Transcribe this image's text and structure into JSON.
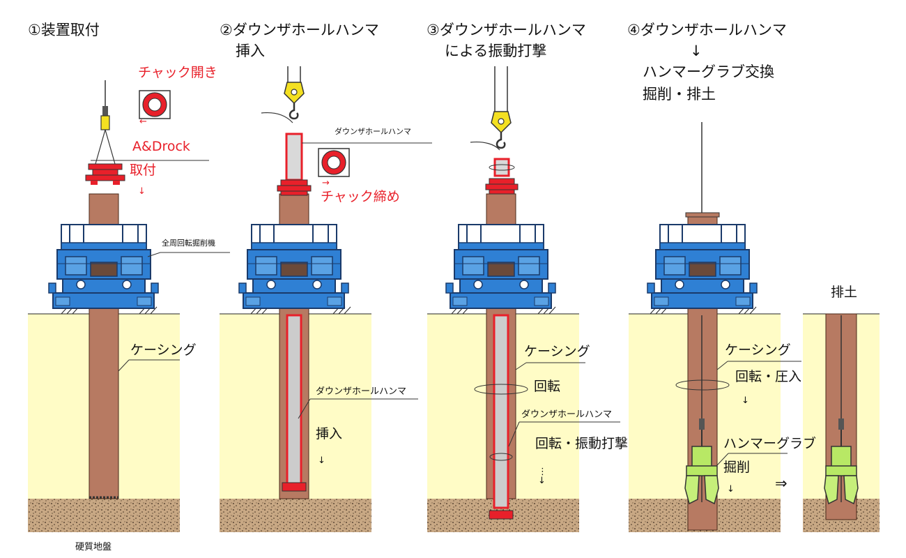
{
  "steps": [
    {
      "title": "①装置取付",
      "subtitle": ""
    },
    {
      "title": "②ダウンザホールハンマ",
      "subtitle": "挿入"
    },
    {
      "title": "③ダウンザホールハンマ",
      "subtitle": "による振動打撃"
    },
    {
      "title": "④ダウンザホールハンマ",
      "subtitle": "↓",
      "subtitle2": "ハンマーグラブ交換",
      "subtitle3": "掘削・排土"
    }
  ],
  "labels": {
    "chuck_open": "チャック開き",
    "adrock": "A&Drock",
    "attach": "取付",
    "arrow_down": "↓",
    "arrow_left": "←",
    "arrow_right": "→",
    "machine": "全周回転掘削機",
    "casing": "ケーシング",
    "hard_ground": "硬質地盤",
    "dth_hammer": "ダウンザホールハンマ",
    "chuck_close": "チャック締め",
    "insert": "挿入",
    "rotation": "回転",
    "rot_vibration": "回転・振動打撃",
    "rot_press": "回転・圧入",
    "hammer_grab": "ハンマーグラブ",
    "excavate": "掘削",
    "discharge": "排土",
    "big_arrow": "⇒",
    "dots": "⋮"
  },
  "colors": {
    "casing": "#b77a62",
    "soil": "#fffcc6",
    "gravel": "#c8a884",
    "machine": "#2f80d4",
    "red": "#e8202a",
    "hook": "#f4e021",
    "grab": "#b8e865"
  }
}
